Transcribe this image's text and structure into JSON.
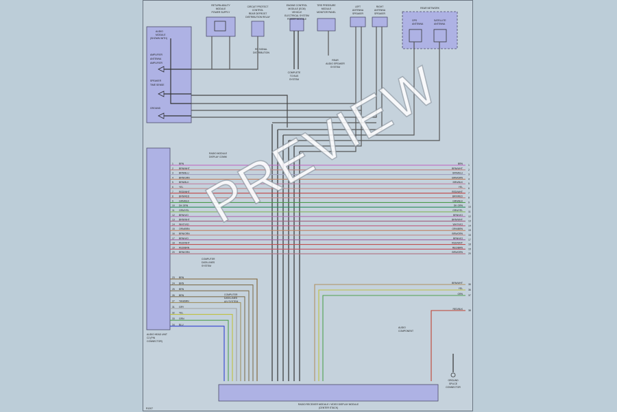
{
  "watermark": "PREVIEW",
  "sheet_code": "R1207",
  "top_modules": [
    {
      "label": [
        "RETURN ABILITY",
        "MODULE",
        "POWER SUPPLY"
      ]
    },
    {
      "label": [
        "CIRCUIT PROTECT",
        "CONTROL",
        "REAR DEFROST",
        "DISTRIBUTION RELAY"
      ]
    },
    {
      "label": [
        "ENGINE CONTROL",
        "MODULE (ECM)",
        "VEHICLE",
        "ELECTRICAL SYSTEM",
        "POWER MODULE"
      ]
    },
    {
      "label": [
        "TIRE PRESSURE",
        "MODULE",
        "MONITOR PANEL"
      ]
    },
    {
      "label": [
        "LEFT",
        "ANTENNA",
        "SPEAKER"
      ]
    },
    {
      "label": [
        "RIGHT",
        "ANTENNA",
        "SPEAKER"
      ]
    }
  ],
  "rear_network": {
    "title": "REAR NETWORK",
    "left_label": [
      "GPS",
      "ANTENNA"
    ],
    "right_label": [
      "SATELLITE",
      "ANTENNA"
    ]
  },
  "left_module": {
    "label": [
      "AUDIO",
      "MODULE"
    ],
    "items": [
      "(SHOWN WITH)",
      "AMPLIFIER",
      "ANTENNA",
      "AMPLIFIER",
      "SPEAKER",
      "TIME SENSE",
      "GROUND"
    ]
  },
  "notes": [
    {
      "text": [
        "RF SIGNAL",
        "DISTRIBUTION"
      ]
    },
    {
      "text": [
        "COMPLETE",
        "TO BUS",
        "SYSTEM"
      ]
    },
    {
      "text": [
        "REAR",
        "AUDIO SPEAKER",
        "SYSTEM"
      ]
    },
    {
      "text": [
        "COMPUTER",
        "DATA LINES",
        "SYSTEM"
      ]
    },
    {
      "text": [
        "COMPUTER",
        "DATA LINES",
        "A/V SYSTEM"
      ]
    },
    {
      "text": [
        "AUDIO",
        "COMPONENT"
      ]
    }
  ],
  "connector": {
    "label": [
      "AUDIO HEAD UNIT",
      "C2 (PIN",
      "CONNECTOR)"
    ],
    "bus_label": [
      "RADIO MODULE",
      "DISPLAY COMM"
    ]
  },
  "bottom_module": {
    "label": [
      "RADIO RECEIVER MODULE / VIDEO DISPLAY MODULE",
      "(CENTER STACK)"
    ]
  },
  "ground_label": [
    "GROUND",
    "SPLICE",
    "CONNECTOR"
  ],
  "wire_rows": [
    {
      "pin": "1",
      "code": "BRN",
      "color": "#c060c0"
    },
    {
      "pin": "2",
      "code": "BRN/WHT",
      "color": "#c08080"
    },
    {
      "pin": "3",
      "code": "BRN/BLU",
      "color": "#a0a0c0"
    },
    {
      "pin": "4",
      "code": "BRN/GRN",
      "color": "#c08060"
    },
    {
      "pin": "5",
      "code": "BRN/BLK",
      "color": "#c080a0"
    },
    {
      "pin": "6",
      "code": "YEL",
      "color": "#c08080"
    },
    {
      "pin": "7",
      "code": "RED/WHT",
      "color": "#c04040"
    },
    {
      "pin": "8",
      "code": "BRN/RED",
      "color": "#c08080"
    },
    {
      "pin": "9",
      "code": "GRN/BLK",
      "color": "#4a9a4a"
    },
    {
      "pin": "10",
      "code": "DK GRN",
      "color": "#2a8a5a"
    },
    {
      "pin": "11",
      "code": "GRN/YEL",
      "color": "#7ab04a"
    },
    {
      "pin": "12",
      "code": "BRN/VIO",
      "color": "#b070b0"
    },
    {
      "pin": "13",
      "code": "BRN/WHT",
      "color": "#a06080"
    },
    {
      "pin": "14",
      "code": "WHT/VIO",
      "color": "#c06080"
    },
    {
      "pin": "15",
      "code": "ORN/BRN",
      "color": "#c08060"
    },
    {
      "pin": "16",
      "code": "BRN/ORN",
      "color": "#c08080"
    },
    {
      "pin": "17",
      "code": "BRN/VIO",
      "color": "#a060a0"
    },
    {
      "pin": "18",
      "code": "RED/WHT",
      "color": "#c05050"
    },
    {
      "pin": "19",
      "code": "RED/BRN",
      "color": "#c05060"
    },
    {
      "pin": "20",
      "code": "BRN/GRN",
      "color": "#b07080"
    }
  ],
  "lower_rows": [
    {
      "pin": "23",
      "code": "BRN",
      "color": "#806030"
    },
    {
      "pin": "24",
      "code": "BRN",
      "color": "#807050"
    },
    {
      "pin": "25",
      "code": "BRN",
      "color": "#807050"
    },
    {
      "pin": "26",
      "code": "BRN",
      "color": "#807050"
    },
    {
      "pin": "27",
      "code": "TAN/BRN",
      "color": "#a09060"
    },
    {
      "pin": "31",
      "code": "GRY",
      "color": "#a0a0a0"
    },
    {
      "pin": "32",
      "code": "YEL",
      "color": "#c0c040"
    },
    {
      "pin": "33",
      "code": "GRN",
      "color": "#50a050"
    },
    {
      "pin": "34",
      "code": "BLU",
      "color": "#3040d0"
    }
  ],
  "right_rows": [
    {
      "pin": "35",
      "code": "BRN/WHT",
      "color": "#b09060"
    },
    {
      "pin": "36",
      "code": "YEL",
      "color": "#c0c040"
    },
    {
      "pin": "37",
      "code": "GRN",
      "color": "#50a050"
    },
    {
      "pin": "38",
      "code": "RED/BLK",
      "color": "#c04030"
    }
  ]
}
